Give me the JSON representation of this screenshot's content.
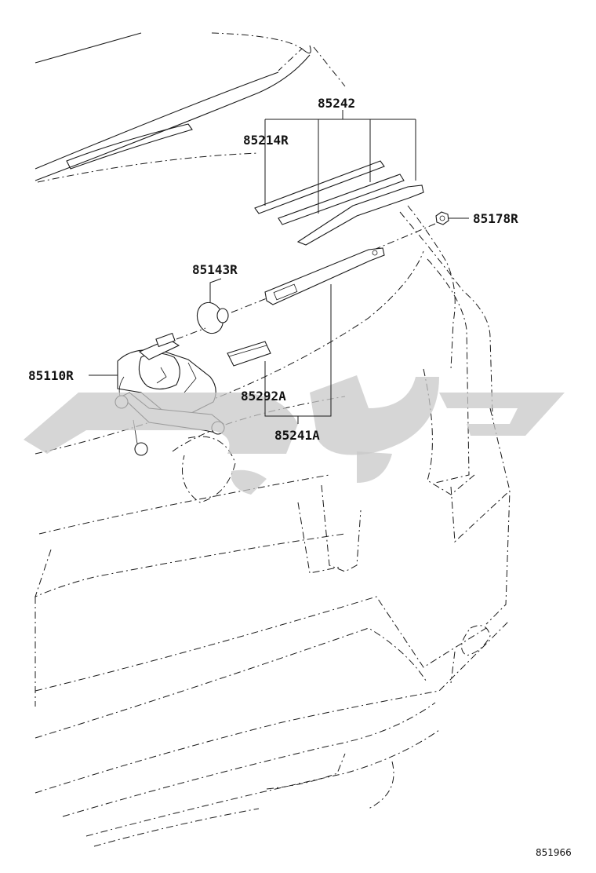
{
  "callouts": {
    "p85242": "85242",
    "p85214R": "85214R",
    "p85178R": "85178R",
    "p85143R": "85143R",
    "p85110R": "85110R",
    "p85292A": "85292A",
    "p85241A": "85241A"
  },
  "figure_ref": "851966",
  "watermark": {
    "color": "#c8c8c8"
  }
}
